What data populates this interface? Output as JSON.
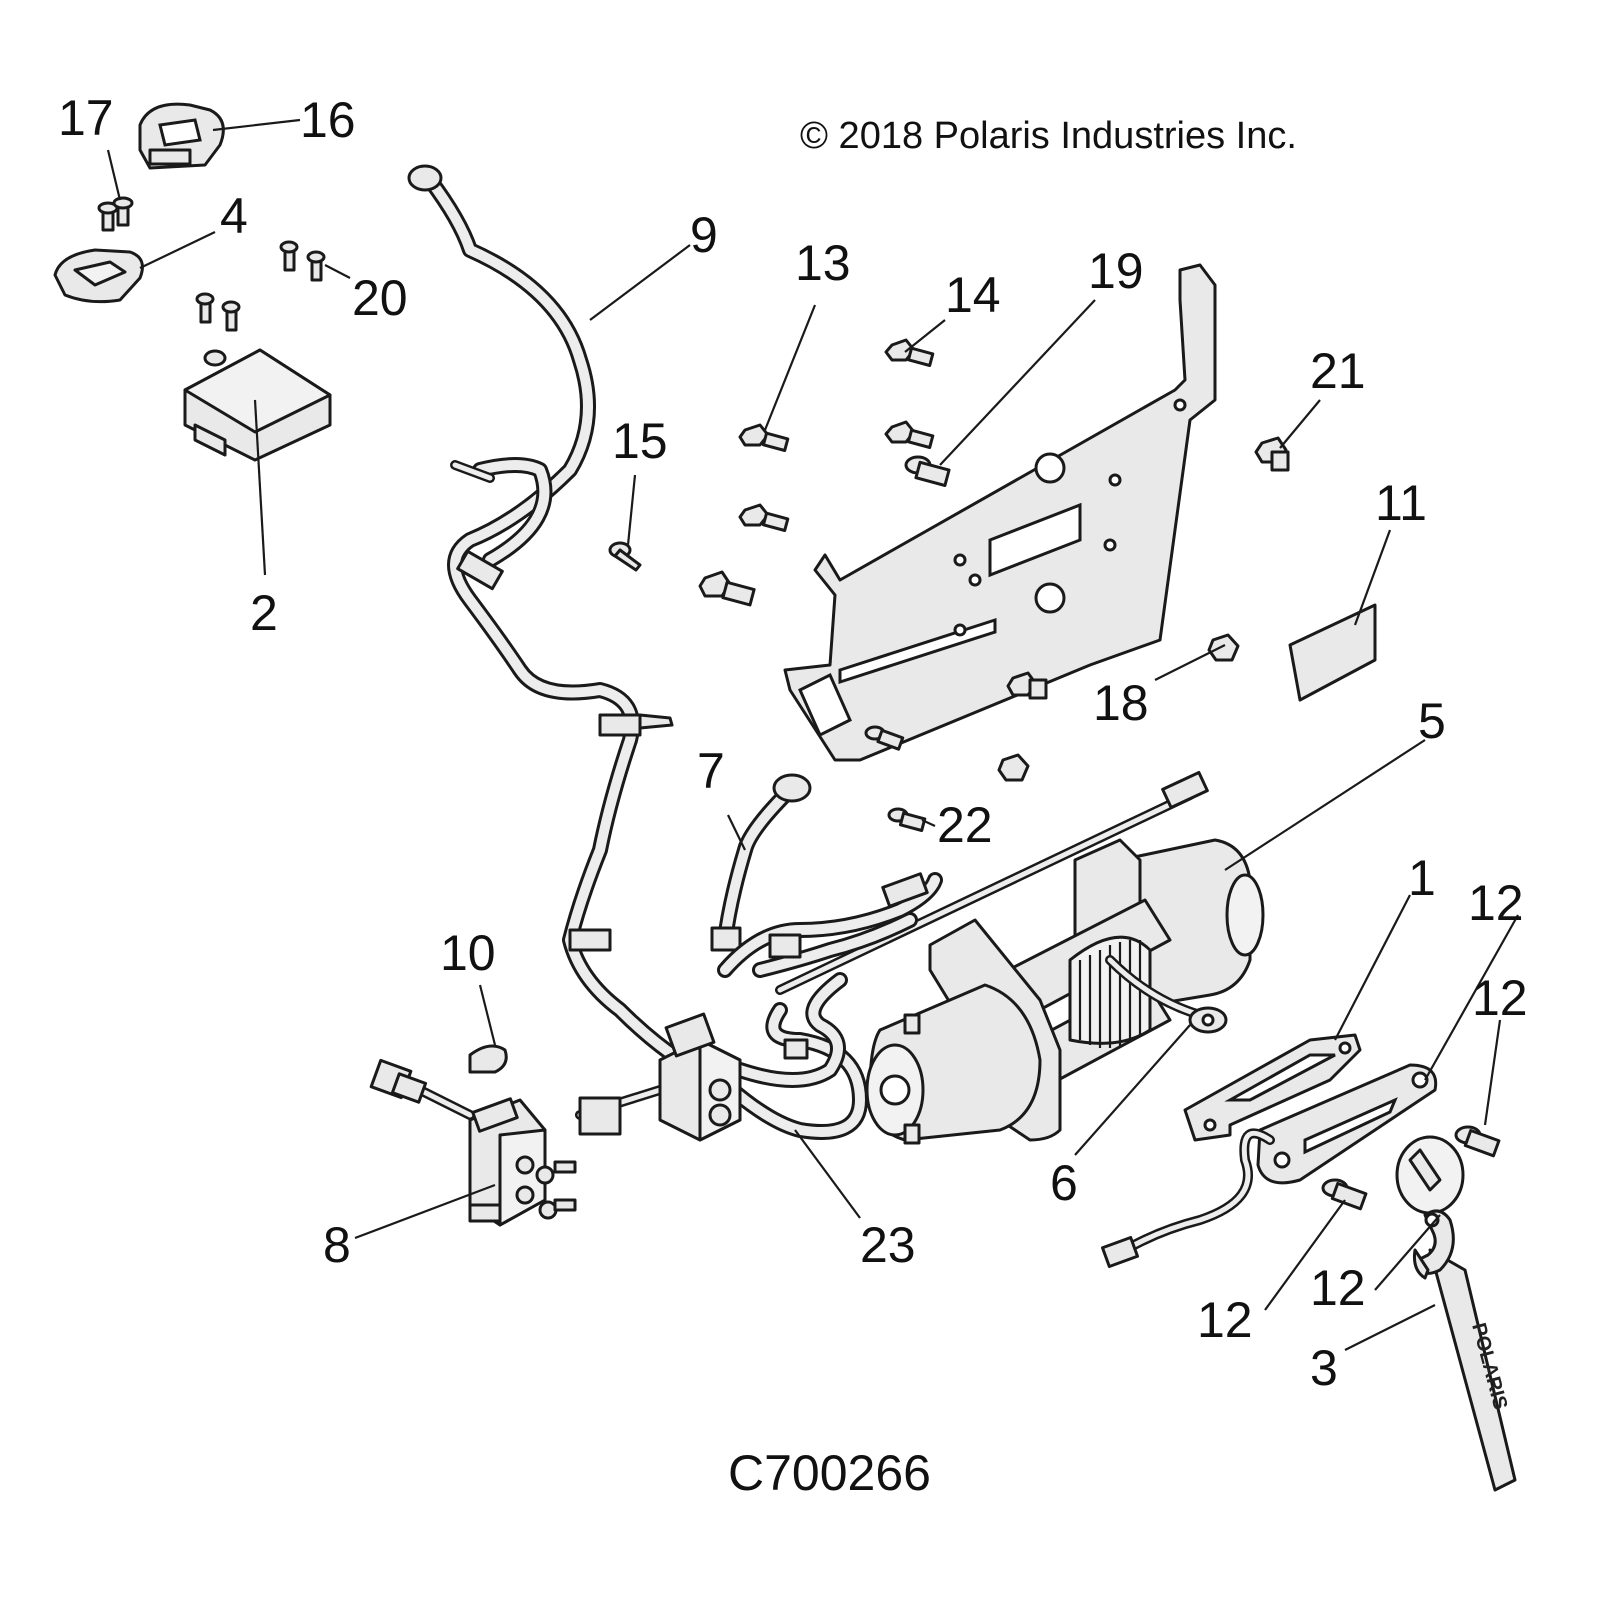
{
  "copyright": "© 2018 Polaris Industries Inc.",
  "figure_id": "C700266",
  "strap_text": "POLARIS",
  "colors": {
    "line": "#1a1a1a",
    "part_fill": "#e9e9e9",
    "background": "#ffffff"
  },
  "callouts": [
    {
      "id": "c1",
      "label": "1"
    },
    {
      "id": "c2",
      "label": "2"
    },
    {
      "id": "c3",
      "label": "3"
    },
    {
      "id": "c4",
      "label": "4"
    },
    {
      "id": "c5",
      "label": "5"
    },
    {
      "id": "c6",
      "label": "6"
    },
    {
      "id": "c7",
      "label": "7"
    },
    {
      "id": "c8",
      "label": "8"
    },
    {
      "id": "c9",
      "label": "9"
    },
    {
      "id": "c10",
      "label": "10"
    },
    {
      "id": "c11",
      "label": "11"
    },
    {
      "id": "c12a",
      "label": "12"
    },
    {
      "id": "c12b",
      "label": "12"
    },
    {
      "id": "c12c",
      "label": "12"
    },
    {
      "id": "c12d",
      "label": "12"
    },
    {
      "id": "c13",
      "label": "13"
    },
    {
      "id": "c14",
      "label": "14"
    },
    {
      "id": "c15",
      "label": "15"
    },
    {
      "id": "c16",
      "label": "16"
    },
    {
      "id": "c17",
      "label": "17"
    },
    {
      "id": "c18",
      "label": "18"
    },
    {
      "id": "c19",
      "label": "19"
    },
    {
      "id": "c20",
      "label": "20"
    },
    {
      "id": "c21",
      "label": "21"
    },
    {
      "id": "c22",
      "label": "22"
    },
    {
      "id": "c23",
      "label": "23"
    }
  ]
}
